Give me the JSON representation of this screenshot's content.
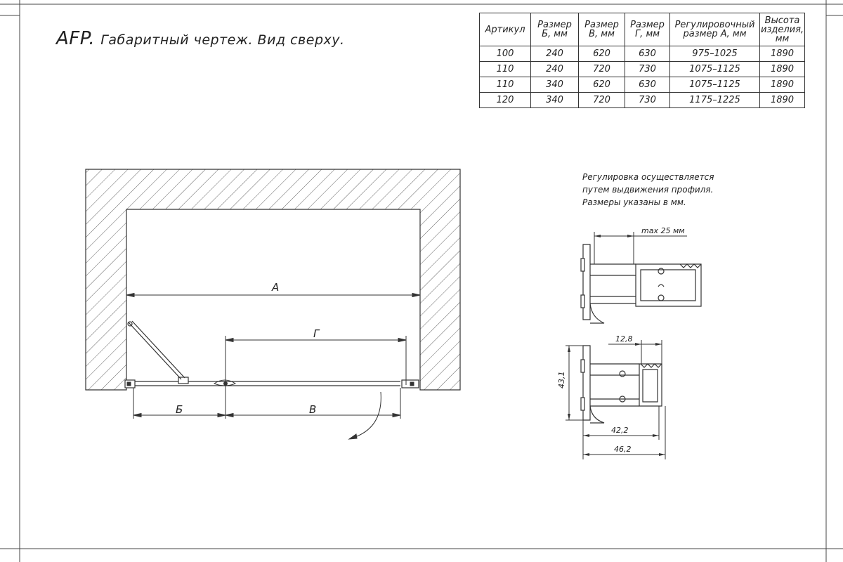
{
  "title": {
    "prefix": "AFP.",
    "text": "Габаритный чертеж. Вид сверху."
  },
  "table": {
    "headers": [
      [
        "Артикул"
      ],
      [
        "Размер",
        "Б, мм"
      ],
      [
        "Размер",
        "В, мм"
      ],
      [
        "Размер",
        "Г, мм"
      ],
      [
        "Регулировочный",
        "размер А, мм"
      ],
      [
        "Высота",
        "изделия,",
        "мм"
      ]
    ],
    "rows": [
      [
        "100",
        "240",
        "620",
        "630",
        "975–1025",
        "1890"
      ],
      [
        "110",
        "240",
        "720",
        "730",
        "1075–1125",
        "1890"
      ],
      [
        "110",
        "340",
        "620",
        "630",
        "1075–1125",
        "1890"
      ],
      [
        "120",
        "340",
        "720",
        "730",
        "1175–1225",
        "1890"
      ]
    ]
  },
  "note": [
    "Регулировка осуществляется",
    "путем выдвижения профиля.",
    "Размеры указаны в мм."
  ],
  "plan": {
    "dim_a": "А",
    "dim_g": "Г",
    "dim_b": "Б",
    "dim_v": "В"
  },
  "profile": {
    "max_label": "max 25 мм",
    "dim_width_top": "12,8",
    "dim_height": "43,1",
    "dim_width_inner": "42,2",
    "dim_width_outer": "46,2"
  },
  "colors": {
    "line": "#333333",
    "hatch": "#666666"
  }
}
